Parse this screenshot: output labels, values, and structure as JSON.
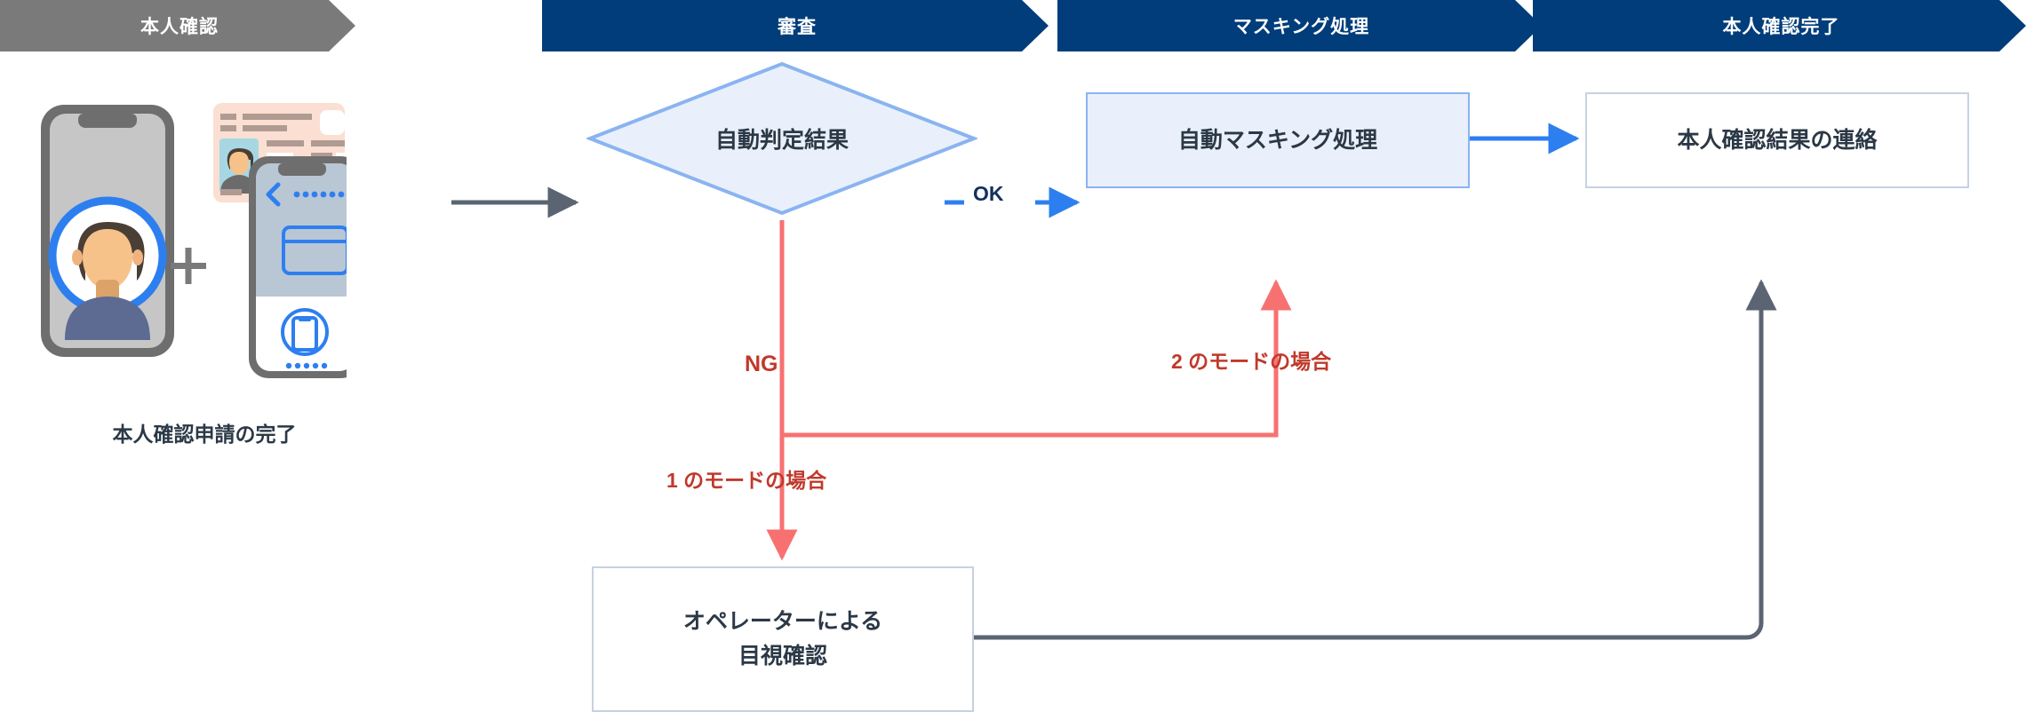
{
  "header": {
    "steps": [
      {
        "label": "本人確認",
        "state": "done",
        "color": "#7a7a7a"
      },
      {
        "label": "審査",
        "state": "current",
        "color": "#003d7a"
      },
      {
        "label": "マスキング処理",
        "state": "upcoming",
        "color": "#003d7a"
      },
      {
        "label": "本人確認完了",
        "state": "upcoming",
        "color": "#003d7a"
      }
    ]
  },
  "illustration": {
    "caption": "本人確認申請の完了",
    "plus_sign": "+",
    "selfie_phone_name": "selfie-phone",
    "id_card_name": "id-card",
    "scan_phone_name": "document-scan-phone"
  },
  "flow": {
    "decision": "自動判定結果",
    "masking": "自動マスキング処理",
    "result": "本人確認結果の連絡",
    "operator_line1": "オペレーターによる",
    "operator_line2": "目視確認"
  },
  "labels": {
    "ok": "OK",
    "ng": "NG",
    "mode2": "2 のモードの場合",
    "mode1": "1 のモードの場合"
  },
  "colors": {
    "navy": "#003d7a",
    "gray_step": "#7a7a7a",
    "blue_accent": "#2d7ff0",
    "light_blue_fill": "#e9f0fb",
    "blue_border": "#8ab4f0",
    "gray_border": "#c5d2e2",
    "red": "#f87171",
    "red_text": "#c0392b",
    "text_dark": "#2b3846",
    "gray_arrow": "#5a6472"
  }
}
